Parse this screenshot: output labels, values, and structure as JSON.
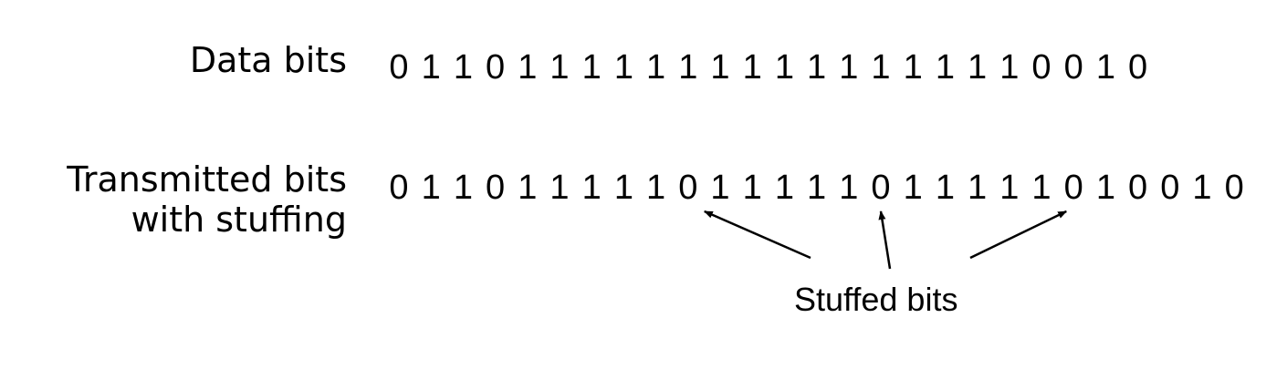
{
  "labels": {
    "data_bits": "Data bits",
    "transmitted_line1": "Transmitted bits",
    "transmitted_line2": "with stuffing",
    "stuffed_bits": "Stuffed bits"
  },
  "data_bits": [
    "0",
    "1",
    "1",
    "0",
    "1",
    "1",
    "1",
    "1",
    "1",
    "1",
    "1",
    "1",
    "1",
    "1",
    "1",
    "1",
    "1",
    "1",
    "1",
    "1",
    "0",
    "0",
    "1",
    "0"
  ],
  "transmitted_bits": [
    "0",
    "1",
    "1",
    "0",
    "1",
    "1",
    "1",
    "1",
    "1",
    "0",
    "1",
    "1",
    "1",
    "1",
    "1",
    "0",
    "1",
    "1",
    "1",
    "1",
    "1",
    "0",
    "1",
    "0",
    "0",
    "1",
    "0"
  ],
  "stuffed_indices": [
    9,
    15,
    21
  ]
}
